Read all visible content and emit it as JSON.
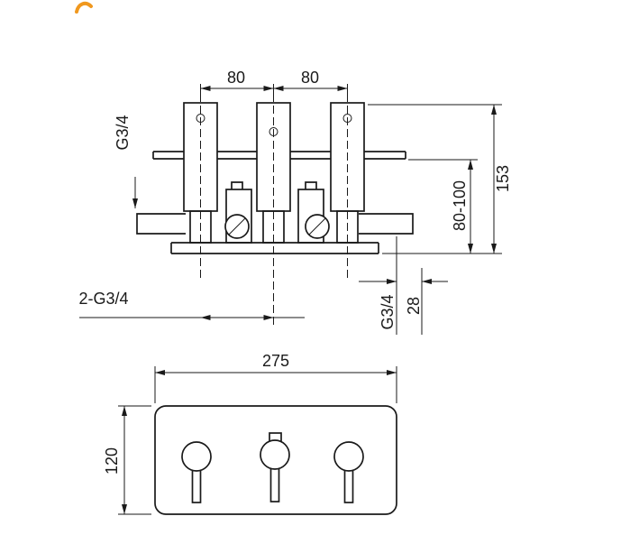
{
  "colors": {
    "line": "#1a1a1a",
    "background": "#ffffff",
    "accent": "#f0981e"
  },
  "top_view": {
    "dim_top_left": "80",
    "dim_top_right": "80",
    "label_thread_upper_left": "G3/4",
    "dim_height": "153",
    "dim_depth_range": "80-100",
    "label_thread_lower_left": "2-G3/4",
    "label_thread_lower_right": "G3/4",
    "dim_offset_right": "28"
  },
  "front_view": {
    "dim_width": "275",
    "dim_height": "120"
  }
}
